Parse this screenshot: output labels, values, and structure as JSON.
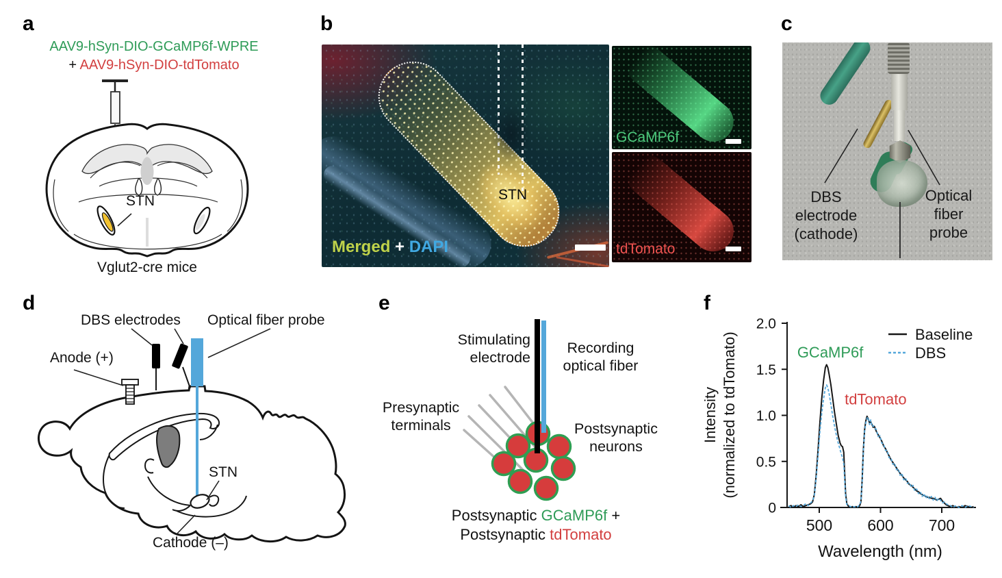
{
  "colors": {
    "green": "#2e9b57",
    "bright_green": "#4ecb7d",
    "red": "#d23f3f",
    "bright_red": "#ef5350",
    "blue": "#54a7da",
    "dapi_blue": "#41a9e2",
    "merged_yellow": "#bfd24a",
    "neuron_fill": "#d63c3c",
    "neuron_stroke": "#2f9e52",
    "gray_line": "#b5b5b5",
    "thalamus_gray": "#7d7d7d",
    "stn_yellow": "#f2c230"
  },
  "panel_a": {
    "label": "a",
    "virus_green": "AAV9-hSyn-DIO-GCaMP6f-WPRE",
    "plus": "+",
    "virus_red": "AAV9-hSyn-DIO-tdTomato",
    "stn": "STN",
    "caption": "Vglut2-cre mice"
  },
  "panel_b": {
    "label": "b",
    "merged": "Merged",
    "plus": " + ",
    "dapi": "DAPI",
    "stn": "STN",
    "gcamp": "GCaMP6f",
    "tdtomato": "tdTomato"
  },
  "panel_c": {
    "label": "c",
    "left_label": [
      "DBS",
      "electrode",
      "(cathode)"
    ],
    "right_label": [
      "Optical",
      "fiber",
      "probe"
    ]
  },
  "panel_d": {
    "label": "d",
    "dbs_electrodes": "DBS electrodes",
    "optical_fiber": "Optical fiber probe",
    "anode": "Anode (+)",
    "stn": "STN",
    "cathode": "Cathode (–)"
  },
  "panel_e": {
    "label": "e",
    "stim": [
      "Stimulating",
      "electrode"
    ],
    "rec": [
      "Recording",
      "optical fiber"
    ],
    "pre": [
      "Presynaptic",
      "terminals"
    ],
    "post": [
      "Postsynaptic",
      "neurons"
    ],
    "cap1_black": "Postsynaptic ",
    "cap1_green": "GCaMP6f",
    "cap1_plus": " +",
    "cap2_black": "Postsynaptic ",
    "cap2_red": "tdTomato"
  },
  "panel_f": {
    "label": "f"
  },
  "chart_data": {
    "type": "line",
    "title": "",
    "xlabel": "Wavelength (nm)",
    "ylabel_line1": "Intensity",
    "ylabel_line2": "(normalized to tdTomato)",
    "xlim": [
      450,
      755
    ],
    "ylim": [
      0,
      2.0
    ],
    "xticks": [
      500,
      600,
      700
    ],
    "yticks": [
      0,
      0.5,
      1.0,
      1.5,
      2.0
    ],
    "ytick_labels": [
      "0",
      "0.5",
      "1.0",
      "1.5",
      "2.0"
    ],
    "grid": false,
    "legend_position": "upper right",
    "legend": [
      {
        "name": "Baseline",
        "color": "#161616",
        "style": "solid"
      },
      {
        "name": "DBS",
        "color": "#54a7da",
        "style": "dashed"
      }
    ],
    "annotations": [
      {
        "text": "GCaMP6f",
        "x": 518,
        "y": 1.63,
        "color": "#2e9b57"
      },
      {
        "text": "tdTomato",
        "x": 592,
        "y": 1.12,
        "color": "#d23f3f"
      }
    ],
    "series": [
      {
        "name": "Baseline",
        "points": [
          [
            450,
            0.01
          ],
          [
            454,
            0.02
          ],
          [
            458,
            0.0
          ],
          [
            462,
            0.02
          ],
          [
            466,
            0.01
          ],
          [
            470,
            0.03
          ],
          [
            474,
            0.01
          ],
          [
            478,
            0.02
          ],
          [
            482,
            0.03
          ],
          [
            486,
            0.04
          ],
          [
            489,
            0.06
          ],
          [
            492,
            0.14
          ],
          [
            495,
            0.35
          ],
          [
            498,
            0.62
          ],
          [
            501,
            0.92
          ],
          [
            504,
            1.18
          ],
          [
            507,
            1.38
          ],
          [
            510,
            1.52
          ],
          [
            512,
            1.55
          ],
          [
            514,
            1.52
          ],
          [
            516,
            1.45
          ],
          [
            519,
            1.33
          ],
          [
            522,
            1.18
          ],
          [
            525,
            1.03
          ],
          [
            528,
            0.9
          ],
          [
            531,
            0.78
          ],
          [
            534,
            0.7
          ],
          [
            536,
            0.67
          ],
          [
            538,
            0.66
          ],
          [
            540,
            0.6
          ],
          [
            541,
            0.45
          ],
          [
            542,
            0.3
          ],
          [
            543,
            0.15
          ],
          [
            545,
            0.04
          ],
          [
            548,
            0.01
          ],
          [
            551,
            0.0
          ],
          [
            554,
            0.01
          ],
          [
            557,
            0.0
          ],
          [
            560,
            0.01
          ],
          [
            563,
            0.0
          ],
          [
            566,
            0.02
          ],
          [
            568,
            0.06
          ],
          [
            570,
            0.3
          ],
          [
            572,
            0.62
          ],
          [
            574,
            0.84
          ],
          [
            576,
            0.94
          ],
          [
            578,
            0.99
          ],
          [
            580,
            0.96
          ],
          [
            582,
            0.92
          ],
          [
            584,
            0.93
          ],
          [
            586,
            0.9
          ],
          [
            588,
            0.87
          ],
          [
            590,
            0.88
          ],
          [
            593,
            0.83
          ],
          [
            596,
            0.79
          ],
          [
            599,
            0.76
          ],
          [
            602,
            0.72
          ],
          [
            605,
            0.67
          ],
          [
            608,
            0.64
          ],
          [
            611,
            0.6
          ],
          [
            614,
            0.56
          ],
          [
            617,
            0.52
          ],
          [
            620,
            0.49
          ],
          [
            623,
            0.46
          ],
          [
            626,
            0.43
          ],
          [
            629,
            0.4
          ],
          [
            632,
            0.37
          ],
          [
            635,
            0.35
          ],
          [
            638,
            0.32
          ],
          [
            641,
            0.3
          ],
          [
            644,
            0.28
          ],
          [
            647,
            0.25
          ],
          [
            650,
            0.24
          ],
          [
            653,
            0.22
          ],
          [
            656,
            0.2
          ],
          [
            659,
            0.18
          ],
          [
            662,
            0.17
          ],
          [
            665,
            0.15
          ],
          [
            668,
            0.14
          ],
          [
            671,
            0.13
          ],
          [
            674,
            0.12
          ],
          [
            677,
            0.11
          ],
          [
            680,
            0.11
          ],
          [
            683,
            0.1
          ],
          [
            686,
            0.1
          ],
          [
            689,
            0.09
          ],
          [
            692,
            0.08
          ],
          [
            695,
            0.09
          ],
          [
            698,
            0.1
          ],
          [
            701,
            0.07
          ],
          [
            704,
            0.05
          ],
          [
            707,
            0.03
          ],
          [
            710,
            0.02
          ],
          [
            714,
            0.01
          ],
          [
            718,
            0.02
          ],
          [
            723,
            0.0
          ],
          [
            728,
            0.01
          ],
          [
            733,
            0.0
          ],
          [
            738,
            0.02
          ],
          [
            743,
            0.01
          ],
          [
            748,
            0.0
          ],
          [
            752,
            0.01
          ]
        ]
      },
      {
        "name": "DBS",
        "points": [
          [
            450,
            0.02
          ],
          [
            454,
            0.0
          ],
          [
            458,
            0.02
          ],
          [
            462,
            0.01
          ],
          [
            466,
            0.03
          ],
          [
            470,
            0.01
          ],
          [
            474,
            0.02
          ],
          [
            478,
            0.04
          ],
          [
            482,
            0.02
          ],
          [
            486,
            0.05
          ],
          [
            489,
            0.07
          ],
          [
            492,
            0.13
          ],
          [
            495,
            0.32
          ],
          [
            498,
            0.56
          ],
          [
            501,
            0.82
          ],
          [
            504,
            1.02
          ],
          [
            507,
            1.18
          ],
          [
            510,
            1.3
          ],
          [
            512,
            1.33
          ],
          [
            514,
            1.3
          ],
          [
            516,
            1.24
          ],
          [
            519,
            1.12
          ],
          [
            522,
            0.99
          ],
          [
            525,
            0.88
          ],
          [
            528,
            0.78
          ],
          [
            531,
            0.7
          ],
          [
            534,
            0.63
          ],
          [
            536,
            0.58
          ],
          [
            538,
            0.54
          ],
          [
            540,
            0.47
          ],
          [
            541,
            0.36
          ],
          [
            542,
            0.24
          ],
          [
            543,
            0.12
          ],
          [
            545,
            0.03
          ],
          [
            548,
            0.02
          ],
          [
            551,
            0.01
          ],
          [
            554,
            0.0
          ],
          [
            557,
            0.01
          ],
          [
            560,
            0.0
          ],
          [
            563,
            0.01
          ],
          [
            566,
            0.03
          ],
          [
            568,
            0.07
          ],
          [
            570,
            0.28
          ],
          [
            572,
            0.6
          ],
          [
            574,
            0.82
          ],
          [
            576,
            0.92
          ],
          [
            578,
            0.97
          ],
          [
            580,
            0.98
          ],
          [
            582,
            0.9
          ],
          [
            584,
            0.95
          ],
          [
            586,
            0.88
          ],
          [
            588,
            0.89
          ],
          [
            590,
            0.86
          ],
          [
            593,
            0.85
          ],
          [
            596,
            0.77
          ],
          [
            599,
            0.78
          ],
          [
            602,
            0.7
          ],
          [
            605,
            0.69
          ],
          [
            608,
            0.62
          ],
          [
            611,
            0.62
          ],
          [
            614,
            0.54
          ],
          [
            617,
            0.54
          ],
          [
            620,
            0.47
          ],
          [
            623,
            0.48
          ],
          [
            626,
            0.41
          ],
          [
            629,
            0.42
          ],
          [
            632,
            0.35
          ],
          [
            635,
            0.37
          ],
          [
            638,
            0.3
          ],
          [
            641,
            0.32
          ],
          [
            644,
            0.26
          ],
          [
            647,
            0.27
          ],
          [
            650,
            0.22
          ],
          [
            653,
            0.24
          ],
          [
            656,
            0.18
          ],
          [
            659,
            0.2
          ],
          [
            662,
            0.15
          ],
          [
            665,
            0.17
          ],
          [
            668,
            0.12
          ],
          [
            671,
            0.15
          ],
          [
            674,
            0.1
          ],
          [
            677,
            0.13
          ],
          [
            680,
            0.09
          ],
          [
            683,
            0.12
          ],
          [
            686,
            0.08
          ],
          [
            689,
            0.11
          ],
          [
            692,
            0.07
          ],
          [
            695,
            0.1
          ],
          [
            698,
            0.08
          ],
          [
            701,
            0.05
          ],
          [
            704,
            0.06
          ],
          [
            707,
            0.04
          ],
          [
            710,
            0.03
          ],
          [
            714,
            0.02
          ],
          [
            718,
            0.0
          ],
          [
            723,
            0.02
          ],
          [
            728,
            0.0
          ],
          [
            733,
            0.02
          ],
          [
            738,
            0.0
          ],
          [
            743,
            0.02
          ],
          [
            748,
            0.01
          ],
          [
            752,
            0.0
          ]
        ]
      }
    ]
  }
}
